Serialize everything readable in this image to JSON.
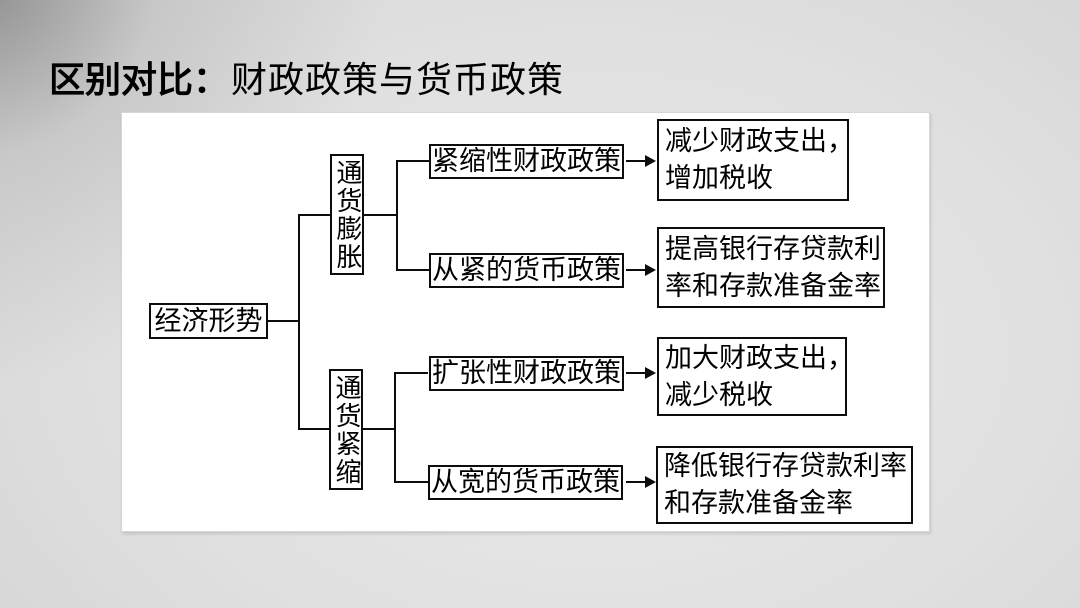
{
  "slide": {
    "title_prefix": "区别对比：",
    "title_main": "财政政策与货币政策"
  },
  "diagram": {
    "root": {
      "label": "经济形势"
    },
    "branches": [
      {
        "condition": "通货膨胀",
        "policies": [
          {
            "policy": "紧缩性财政政策",
            "measures": [
              "减少财政支出，",
              "增加税收"
            ]
          },
          {
            "policy": "从紧的货币政策",
            "measures": [
              "提高银行存贷款利",
              "率和存款准备金率"
            ]
          }
        ]
      },
      {
        "condition": "通货紧缩",
        "policies": [
          {
            "policy": "扩张性财政政策",
            "measures": [
              "加大财政支出，",
              "减少税收"
            ]
          },
          {
            "policy": "从宽的货币政策",
            "measures": [
              "降低银行存贷款利率",
              "和存款准备金率"
            ]
          }
        ]
      }
    ]
  },
  "colors": {
    "background_gray": "#d9d9d9",
    "panel": "#ffffff",
    "line": "#0d0d0d",
    "text": "#000000"
  }
}
